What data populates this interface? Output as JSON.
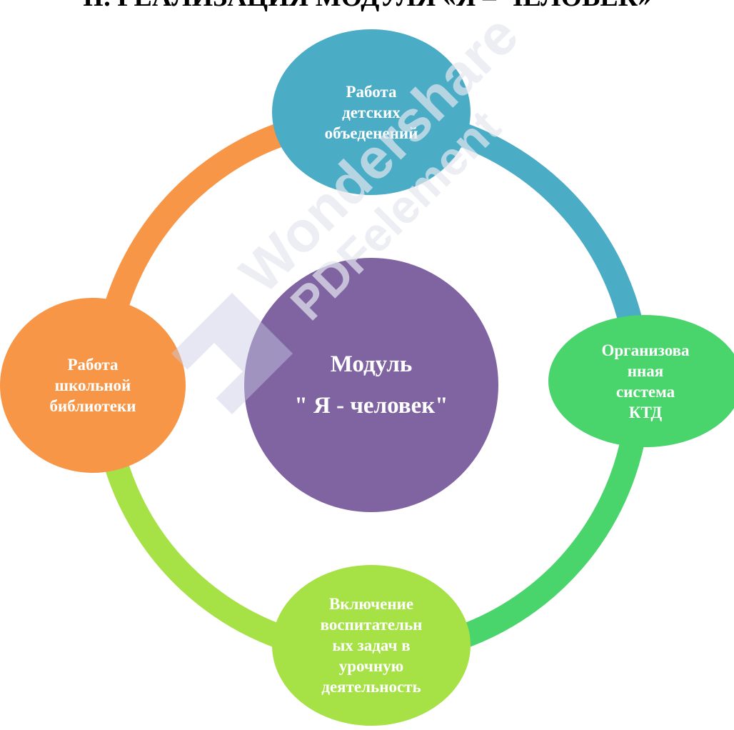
{
  "title": "II. РЕАЛИЗАЦИЯ МОДУЛЯ «Я – ЧЕЛОВЕК»",
  "watermark": {
    "line1": "Wondershare",
    "line2": "PDFelement"
  },
  "center": {
    "line1": "Модуль",
    "line2": "\" Я - человек\"",
    "color": "#8064a2"
  },
  "nodes": {
    "top": {
      "label": "Работа\nдетских\nобъеденений",
      "color": "#4bacc6"
    },
    "right": {
      "label": "Организова\nнная\nсистема\nКТД",
      "color": "#4ad46c"
    },
    "bottom": {
      "label": "Включение\nвоспитательн\nых задач в\nурочную\nдеятельность",
      "color": "#a6e146"
    },
    "left": {
      "label": "Работа\nшкольной\nбиблиотеки",
      "color": "#f79646"
    }
  },
  "arcs": {
    "top_right": "#4bacc6",
    "right_bottom": "#4ad46c",
    "bottom_left": "#a6e146",
    "left_top": "#f79646"
  }
}
